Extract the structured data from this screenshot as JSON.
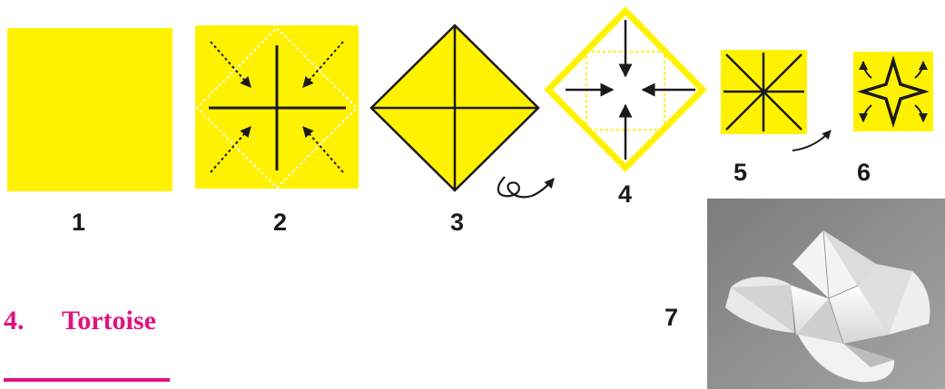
{
  "steps": [
    {
      "label": "1"
    },
    {
      "label": "2"
    },
    {
      "label": "3"
    },
    {
      "label": "4"
    },
    {
      "label": "5"
    },
    {
      "label": "6"
    },
    {
      "label": "7"
    }
  ],
  "heading": {
    "number": "4.",
    "title": "Tortoise"
  },
  "colors": {
    "paper": "#fff200",
    "crease": "#1a1a1a",
    "heading": "#e0137f",
    "photo_bg": "#8f8f8f",
    "photo_paper": "#f2f2f2"
  }
}
